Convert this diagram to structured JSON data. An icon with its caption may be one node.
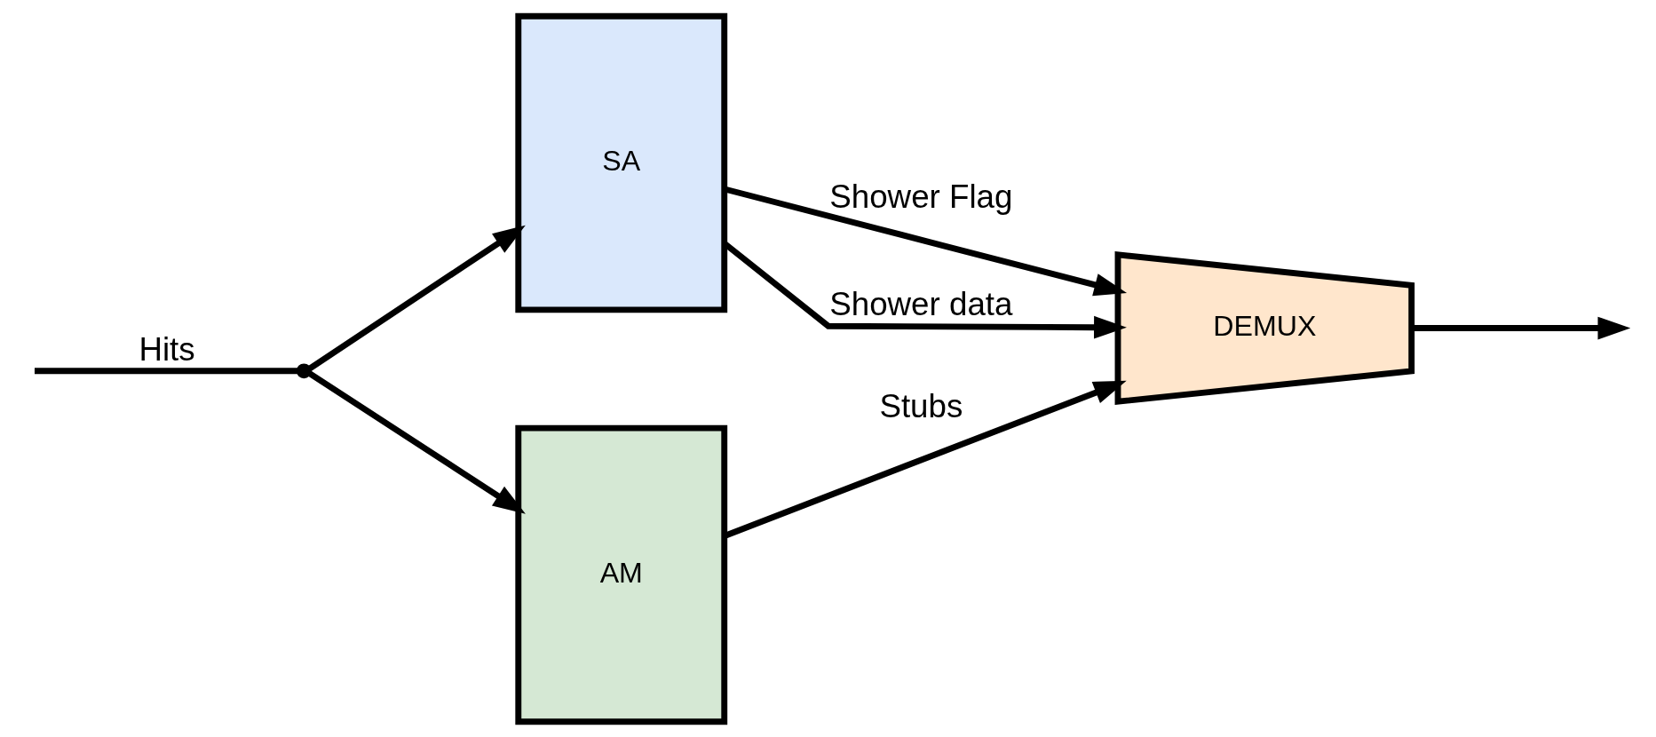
{
  "diagram": {
    "nodes": [
      {
        "text": [
          "SA"
        ]
      },
      {
        "text": [
          "AM"
        ]
      },
      {
        "text": [
          "DEMUX"
        ]
      },
      {
        "text": [],
        "shape": "point"
      }
    ],
    "edges": [
      {
        "from": null,
        "to": 3,
        "arrow": "none",
        "label": "Hits"
      },
      {
        "from": 3,
        "to": 0,
        "arrow": "to"
      },
      {
        "from": 3,
        "to": 1,
        "arrow": "to"
      },
      {
        "from": 0,
        "to": 2,
        "arrow": "to",
        "label": "Shower Flag"
      },
      {
        "from": 0,
        "to": 2,
        "arrow": "to",
        "label": "Shower data"
      },
      {
        "from": 1,
        "to": 2,
        "arrow": "to",
        "label": "Stubs"
      },
      {
        "from": 2,
        "to": null,
        "arrow": "to"
      }
    ]
  }
}
